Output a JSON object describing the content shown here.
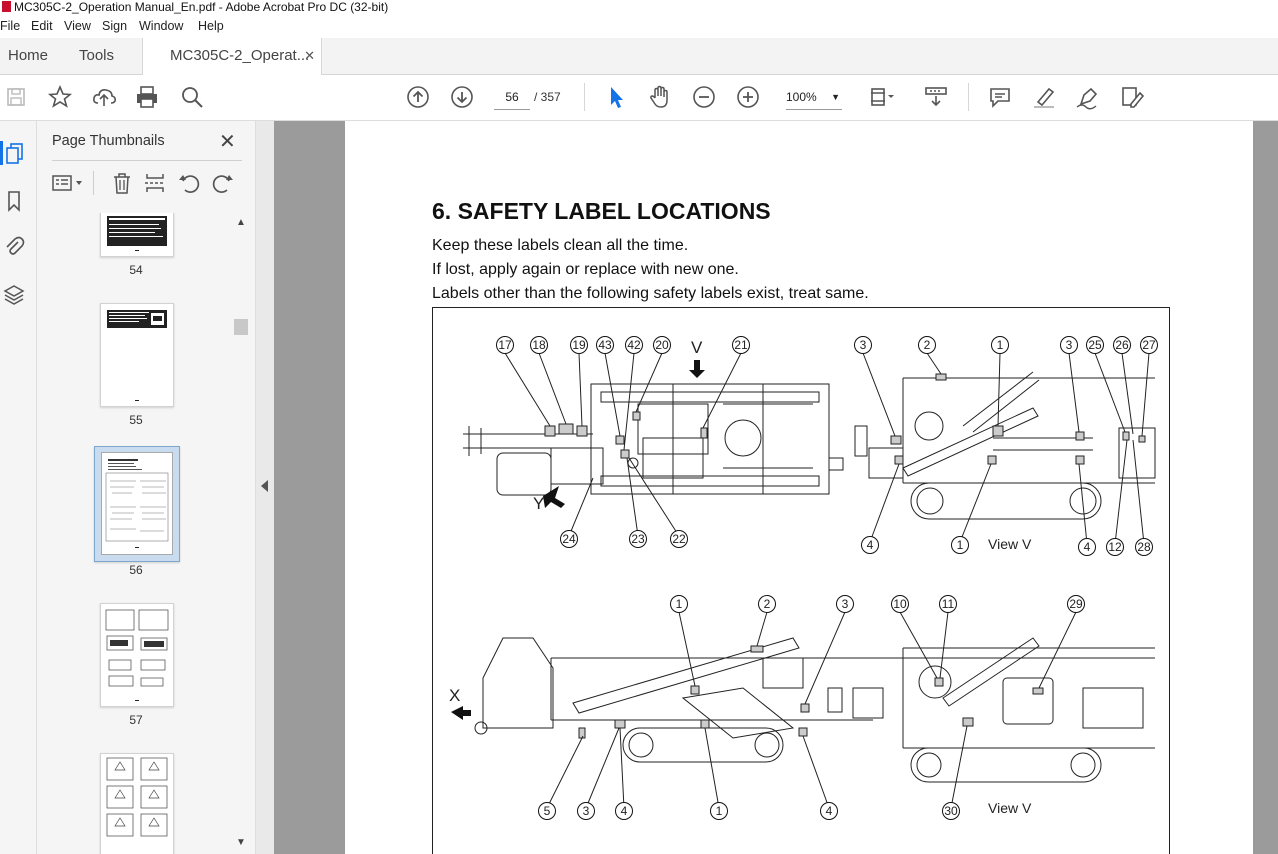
{
  "window": {
    "title": "MC305C-2_Operation Manual_En.pdf - Adobe Acrobat Pro DC (32-bit)"
  },
  "menu": [
    "File",
    "Edit",
    "View",
    "Sign",
    "Window",
    "Help"
  ],
  "tabs": {
    "home": "Home",
    "tools": "Tools",
    "document": "MC305C-2_Operat..."
  },
  "toolbar": {
    "page_current": "56",
    "page_total": "/ 357",
    "zoom": "100%"
  },
  "panel": {
    "title": "Page Thumbnails",
    "thumbnails": [
      {
        "label": "54"
      },
      {
        "label": "55"
      },
      {
        "label": "56",
        "selected": true
      },
      {
        "label": "57"
      },
      {
        "label": ""
      }
    ]
  },
  "document": {
    "heading": "6. SAFETY LABEL LOCATIONS",
    "lines": [
      "Keep these labels clean all the time.",
      "If lost, apply again or replace with new one.",
      "Labels other than the following safety labels exist, treat same."
    ],
    "figure": {
      "view_labels": [
        "View V",
        "View V"
      ],
      "arrow_labels": [
        "V",
        "Y",
        "X"
      ],
      "callouts": [
        "17",
        "18",
        "19",
        "43",
        "42",
        "20",
        "21",
        "24",
        "23",
        "22",
        "3",
        "2",
        "1",
        "3",
        "25",
        "26",
        "27",
        "4",
        "1",
        "4",
        "12",
        "28",
        "1",
        "2",
        "3",
        "10",
        "11",
        "29",
        "5",
        "3",
        "4",
        "1",
        "4",
        "30"
      ]
    }
  },
  "colors": {
    "accent": "#1473e6",
    "viewer_bg": "#9b9b9b",
    "panel_bg": "#f5f5f5"
  }
}
